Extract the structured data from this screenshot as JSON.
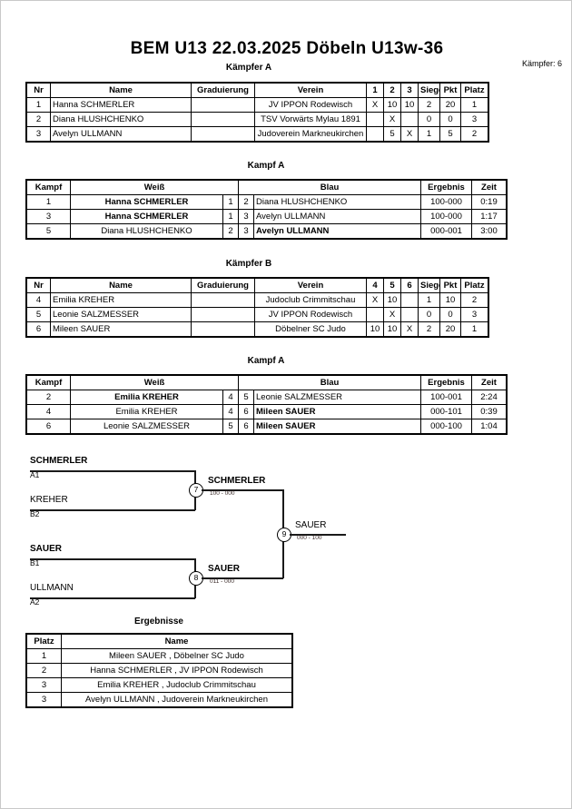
{
  "header": {
    "title": "BEM U13  22.03.2025  Döbeln   U13w-36",
    "fighter_count_label": "Kämpfer: 6"
  },
  "pools": [
    {
      "caption": "Kämpfer A",
      "columns": [
        "Nr",
        "Name",
        "Graduierung",
        "Verein",
        "1",
        "2",
        "3",
        "Siege",
        "Pkt",
        "Platz"
      ],
      "rows": [
        {
          "nr": "1",
          "name": "Hanna SCHMERLER",
          "grad": "",
          "club": "JV IPPON Rodewisch",
          "m1": "X",
          "m2": "10",
          "m3": "10",
          "siege": "2",
          "pkt": "20",
          "platz": "1"
        },
        {
          "nr": "2",
          "name": "Diana HLUSHCHENKO",
          "grad": "",
          "club": "TSV Vorwärts Mylau 1891",
          "m1": "",
          "m2": "X",
          "m3": "",
          "siege": "0",
          "pkt": "0",
          "platz": "3"
        },
        {
          "nr": "3",
          "name": "Avelyn ULLMANN",
          "grad": "",
          "club": "Judoverein Markneukirchen",
          "m1": "",
          "m2": "5",
          "m3": "X",
          "siege": "1",
          "pkt": "5",
          "platz": "2"
        }
      ]
    },
    {
      "caption": "Kämpfer B",
      "columns": [
        "Nr",
        "Name",
        "Graduierung",
        "Verein",
        "4",
        "5",
        "6",
        "Siege",
        "Pkt",
        "Platz"
      ],
      "rows": [
        {
          "nr": "4",
          "name": "Emilia KREHER",
          "grad": "",
          "club": "Judoclub Crimmitschau",
          "m1": "X",
          "m2": "10",
          "m3": "",
          "siege": "1",
          "pkt": "10",
          "platz": "2"
        },
        {
          "nr": "5",
          "name": "Leonie SALZMESSER",
          "grad": "",
          "club": "JV IPPON Rodewisch",
          "m1": "",
          "m2": "X",
          "m3": "",
          "siege": "0",
          "pkt": "0",
          "platz": "3"
        },
        {
          "nr": "6",
          "name": "Mileen  SAUER",
          "grad": "",
          "club": "Döbelner SC Judo",
          "m1": "10",
          "m2": "10",
          "m3": "X",
          "siege": "2",
          "pkt": "20",
          "platz": "1"
        }
      ]
    }
  ],
  "matches": [
    {
      "caption": "Kampf A",
      "columns": [
        "Kampf",
        "Weiß",
        "Blau",
        "Ergebnis",
        "Zeit"
      ],
      "rows": [
        {
          "kampf": "1",
          "weiss": "Hanna SCHMERLER",
          "weiss_bold": true,
          "wnr": "1",
          "bnr": "2",
          "blau": "Diana HLUSHCHENKO",
          "blau_bold": false,
          "ergebnis": "100-000",
          "zeit": "0:19"
        },
        {
          "kampf": "3",
          "weiss": "Hanna SCHMERLER",
          "weiss_bold": true,
          "wnr": "1",
          "bnr": "3",
          "blau": "Avelyn ULLMANN",
          "blau_bold": false,
          "ergebnis": "100-000",
          "zeit": "1:17"
        },
        {
          "kampf": "5",
          "weiss": "Diana HLUSHCHENKO",
          "weiss_bold": false,
          "wnr": "2",
          "bnr": "3",
          "blau": "Avelyn ULLMANN",
          "blau_bold": true,
          "ergebnis": "000-001",
          "zeit": "3:00"
        }
      ]
    },
    {
      "caption": "Kampf A",
      "columns": [
        "Kampf",
        "Weiß",
        "Blau",
        "Ergebnis",
        "Zeit"
      ],
      "rows": [
        {
          "kampf": "2",
          "weiss": "Emilia KREHER",
          "weiss_bold": true,
          "wnr": "4",
          "bnr": "5",
          "blau": "Leonie SALZMESSER",
          "blau_bold": false,
          "ergebnis": "100-001",
          "zeit": "2:24"
        },
        {
          "kampf": "4",
          "weiss": "Emilia KREHER",
          "weiss_bold": false,
          "wnr": "4",
          "bnr": "6",
          "blau": "Mileen  SAUER",
          "blau_bold": true,
          "ergebnis": "000-101",
          "zeit": "0:39"
        },
        {
          "kampf": "6",
          "weiss": "Leonie SALZMESSER",
          "weiss_bold": false,
          "wnr": "5",
          "bnr": "6",
          "blau": "Mileen  SAUER",
          "blau_bold": true,
          "ergebnis": "000-100",
          "zeit": "1:04"
        }
      ]
    }
  ],
  "bracket": {
    "entries": [
      {
        "name": "SCHMERLER",
        "seed": "A1"
      },
      {
        "name": "KREHER",
        "seed": "B2"
      },
      {
        "name": "SAUER",
        "seed": "B1"
      },
      {
        "name": "ULLMANN",
        "seed": "A2"
      }
    ],
    "semifinals": [
      {
        "node": "7",
        "winner": "SCHMERLER",
        "score": "100 - 000"
      },
      {
        "node": "8",
        "winner": "SAUER",
        "score": "011 - 000"
      }
    ],
    "final": {
      "node": "9",
      "winner": "SAUER",
      "score": "000 - 100"
    }
  },
  "results": {
    "caption": "Ergebnisse",
    "columns": [
      "Platz",
      "Name"
    ],
    "rows": [
      {
        "platz": "1",
        "name": "Mileen  SAUER , Döbelner SC Judo"
      },
      {
        "platz": "2",
        "name": "Hanna SCHMERLER , JV IPPON Rodewisch"
      },
      {
        "platz": "3",
        "name": "Emilia KREHER , Judoclub Crimmitschau"
      },
      {
        "platz": "3",
        "name": "Avelyn ULLMANN , Judoverein Markneukirchen"
      }
    ]
  }
}
